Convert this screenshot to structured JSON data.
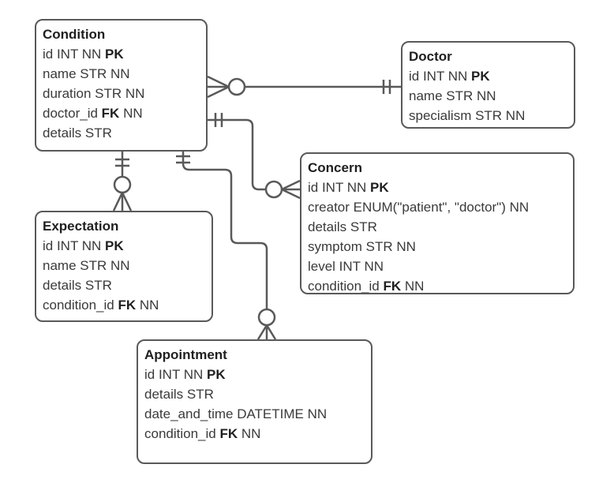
{
  "diagram_type": "entity-relationship-diagram",
  "colors": {
    "background": "#ffffff",
    "line": "#595959",
    "title_text": "#1f1f1f",
    "row_text": "#3a3a3a"
  },
  "entities": [
    {
      "name": "Condition",
      "title": "Condition",
      "rows": [
        {
          "segments": [
            {
              "t": "id INT NN "
            },
            {
              "t": "PK",
              "b": true
            }
          ]
        },
        {
          "segments": [
            {
              "t": "name STR NN"
            }
          ]
        },
        {
          "segments": [
            {
              "t": "duration STR NN"
            }
          ]
        },
        {
          "segments": [
            {
              "t": "doctor_id "
            },
            {
              "t": "FK",
              "b": true
            },
            {
              "t": " NN"
            }
          ]
        },
        {
          "segments": [
            {
              "t": "details STR"
            }
          ]
        }
      ]
    },
    {
      "name": "Doctor",
      "title": "Doctor",
      "rows": [
        {
          "segments": [
            {
              "t": "id INT NN "
            },
            {
              "t": "PK",
              "b": true
            }
          ]
        },
        {
          "segments": [
            {
              "t": "name STR NN"
            }
          ]
        },
        {
          "segments": [
            {
              "t": "specialism STR NN"
            }
          ]
        }
      ]
    },
    {
      "name": "Concern",
      "title": "Concern",
      "rows": [
        {
          "segments": [
            {
              "t": "id INT NN "
            },
            {
              "t": "PK",
              "b": true
            }
          ]
        },
        {
          "segments": [
            {
              "t": "creator ENUM(\"patient\", \"doctor\") NN"
            }
          ]
        },
        {
          "segments": [
            {
              "t": "details STR"
            }
          ]
        },
        {
          "segments": [
            {
              "t": "symptom STR NN"
            }
          ]
        },
        {
          "segments": [
            {
              "t": "level INT NN"
            }
          ]
        },
        {
          "segments": [
            {
              "t": "condition_id "
            },
            {
              "t": "FK",
              "b": true
            },
            {
              "t": " NN"
            }
          ]
        }
      ]
    },
    {
      "name": "Expectation",
      "title": "Expectation",
      "rows": [
        {
          "segments": [
            {
              "t": "id INT NN "
            },
            {
              "t": "PK",
              "b": true
            }
          ]
        },
        {
          "segments": [
            {
              "t": "name STR NN"
            }
          ]
        },
        {
          "segments": [
            {
              "t": "details STR"
            }
          ]
        },
        {
          "segments": [
            {
              "t": "condition_id "
            },
            {
              "t": "FK",
              "b": true
            },
            {
              "t": " NN"
            }
          ]
        }
      ]
    },
    {
      "name": "Appointment",
      "title": "Appointment",
      "rows": [
        {
          "segments": [
            {
              "t": "id INT NN "
            },
            {
              "t": "PK",
              "b": true
            }
          ]
        },
        {
          "segments": [
            {
              "t": "details STR"
            }
          ]
        },
        {
          "segments": [
            {
              "t": "date_and_time DATETIME NN"
            }
          ]
        },
        {
          "segments": [
            {
              "t": "condition_id "
            },
            {
              "t": "FK",
              "b": true
            },
            {
              "t": " NN"
            }
          ]
        }
      ]
    }
  ],
  "relationships": [
    {
      "from": "Doctor",
      "to": "Condition",
      "from_end": "one-and-only-one",
      "to_end": "zero-or-many"
    },
    {
      "from": "Condition",
      "to": "Concern",
      "from_end": "one-and-only-one",
      "to_end": "zero-or-many"
    },
    {
      "from": "Condition",
      "to": "Expectation",
      "from_end": "one-and-only-one",
      "to_end": "zero-or-many"
    },
    {
      "from": "Condition",
      "to": "Appointment",
      "from_end": "one-and-only-one",
      "to_end": "zero-or-many"
    }
  ]
}
